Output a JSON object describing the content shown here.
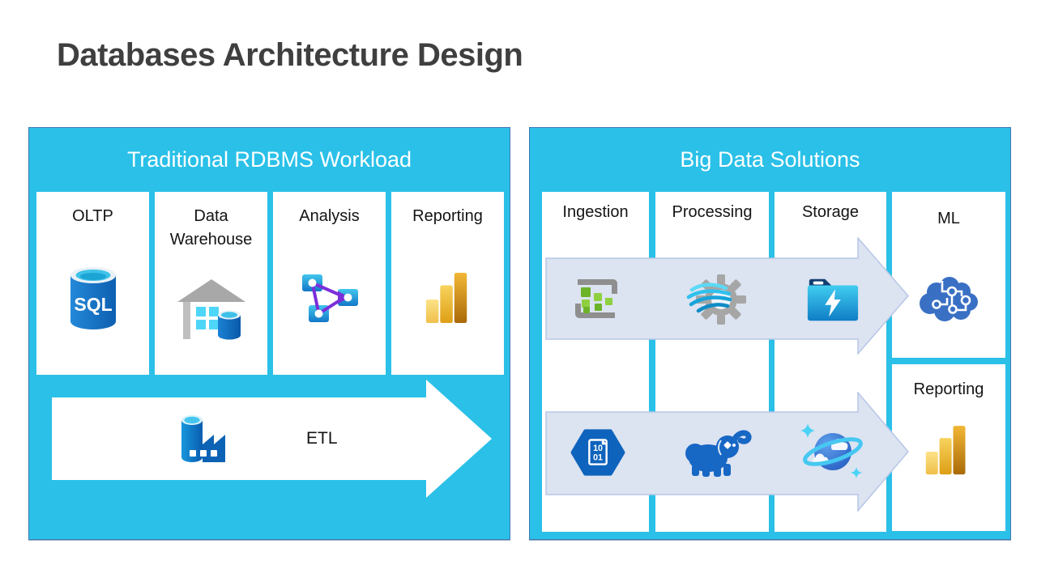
{
  "page": {
    "title": "Databases Architecture Design"
  },
  "colors": {
    "accent_cyan": "#2ac0e8",
    "panel_border": "#4079b4",
    "flow_arrow_fill": "#dce3f1",
    "flow_arrow_border": "#b7c7e6",
    "etl_arrow_fill": "#ffffff",
    "title_text": "#3f3f3f",
    "label_text": "#141414",
    "header_text": "#ffffff",
    "azure_blue": "#0e63bc",
    "powerbi_gold": "#e8a52f",
    "hadoop_blue": "#1767c5",
    "green_squares": "#6cb32a"
  },
  "left_panel": {
    "title": "Traditional RDBMS Workload",
    "columns": [
      {
        "label": "OLTP",
        "icon": "sql-database-icon"
      },
      {
        "label": "Data Warehouse",
        "icon": "data-warehouse-icon"
      },
      {
        "label": "Analysis",
        "icon": "analysis-services-icon"
      },
      {
        "label": "Reporting",
        "icon": "power-bi-icon"
      }
    ],
    "etl_arrow": {
      "label": "ETL",
      "icon": "data-factory-icon",
      "direction": "right"
    }
  },
  "right_panel": {
    "title": "Big Data Solutions",
    "columns": [
      {
        "label": "Ingestion"
      },
      {
        "label": "Processing"
      },
      {
        "label": "Storage"
      },
      {
        "label": "ML",
        "icon": "machine-learning-brain-icon"
      }
    ],
    "reporting_cell": {
      "label": "Reporting",
      "icon": "power-bi-icon"
    },
    "flow_arrows": [
      {
        "name": "streaming-flow",
        "direction": "right",
        "icons": [
          "event-hubs-icon",
          "stream-analytics-icon",
          "data-lake-storage-icon"
        ]
      },
      {
        "name": "batch-flow",
        "direction": "right",
        "icons": [
          "binary-file-hexagon-icon",
          "hadoop-icon",
          "cosmos-db-icon"
        ]
      }
    ]
  }
}
